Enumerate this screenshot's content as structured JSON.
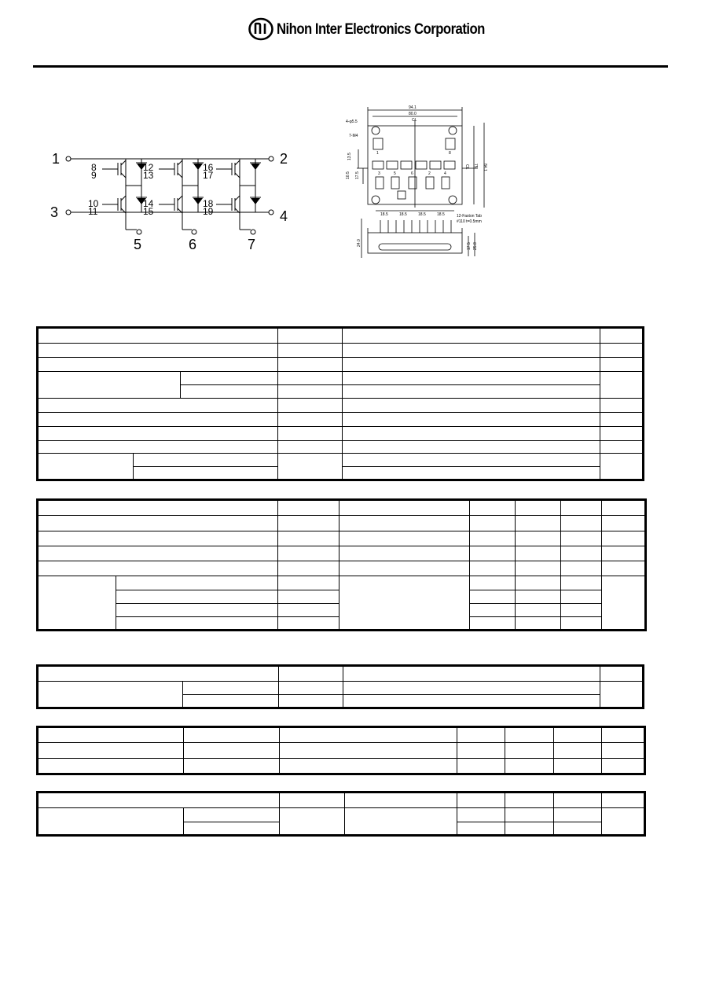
{
  "header": {
    "logo_text": "NI",
    "title": "Nihon Inter Electronics Corporation"
  },
  "circuit": {
    "terminal_labels": [
      "1",
      "2",
      "3",
      "4",
      "5",
      "6",
      "7"
    ],
    "gate_labels": [
      [
        "8",
        "9"
      ],
      [
        "12",
        "13"
      ],
      [
        "16",
        "17"
      ],
      [
        "10",
        "11"
      ],
      [
        "14",
        "15"
      ],
      [
        "18",
        "19"
      ]
    ]
  },
  "outline": {
    "dims": [
      "94.1",
      "80.0",
      "CL",
      "4-φ5.5",
      "7-M4",
      "13.5",
      "10.5",
      "17.5",
      "CL",
      "75",
      "84.1",
      "18.5",
      "18.5",
      "18.5",
      "18.5",
      "12-Faston Tab",
      "#110 t=0.5mm",
      "24.0",
      "17.5",
      "25.8"
    ],
    "terminal_numbers": [
      "1",
      "8",
      "3",
      "5",
      "6",
      "2",
      "4"
    ]
  }
}
